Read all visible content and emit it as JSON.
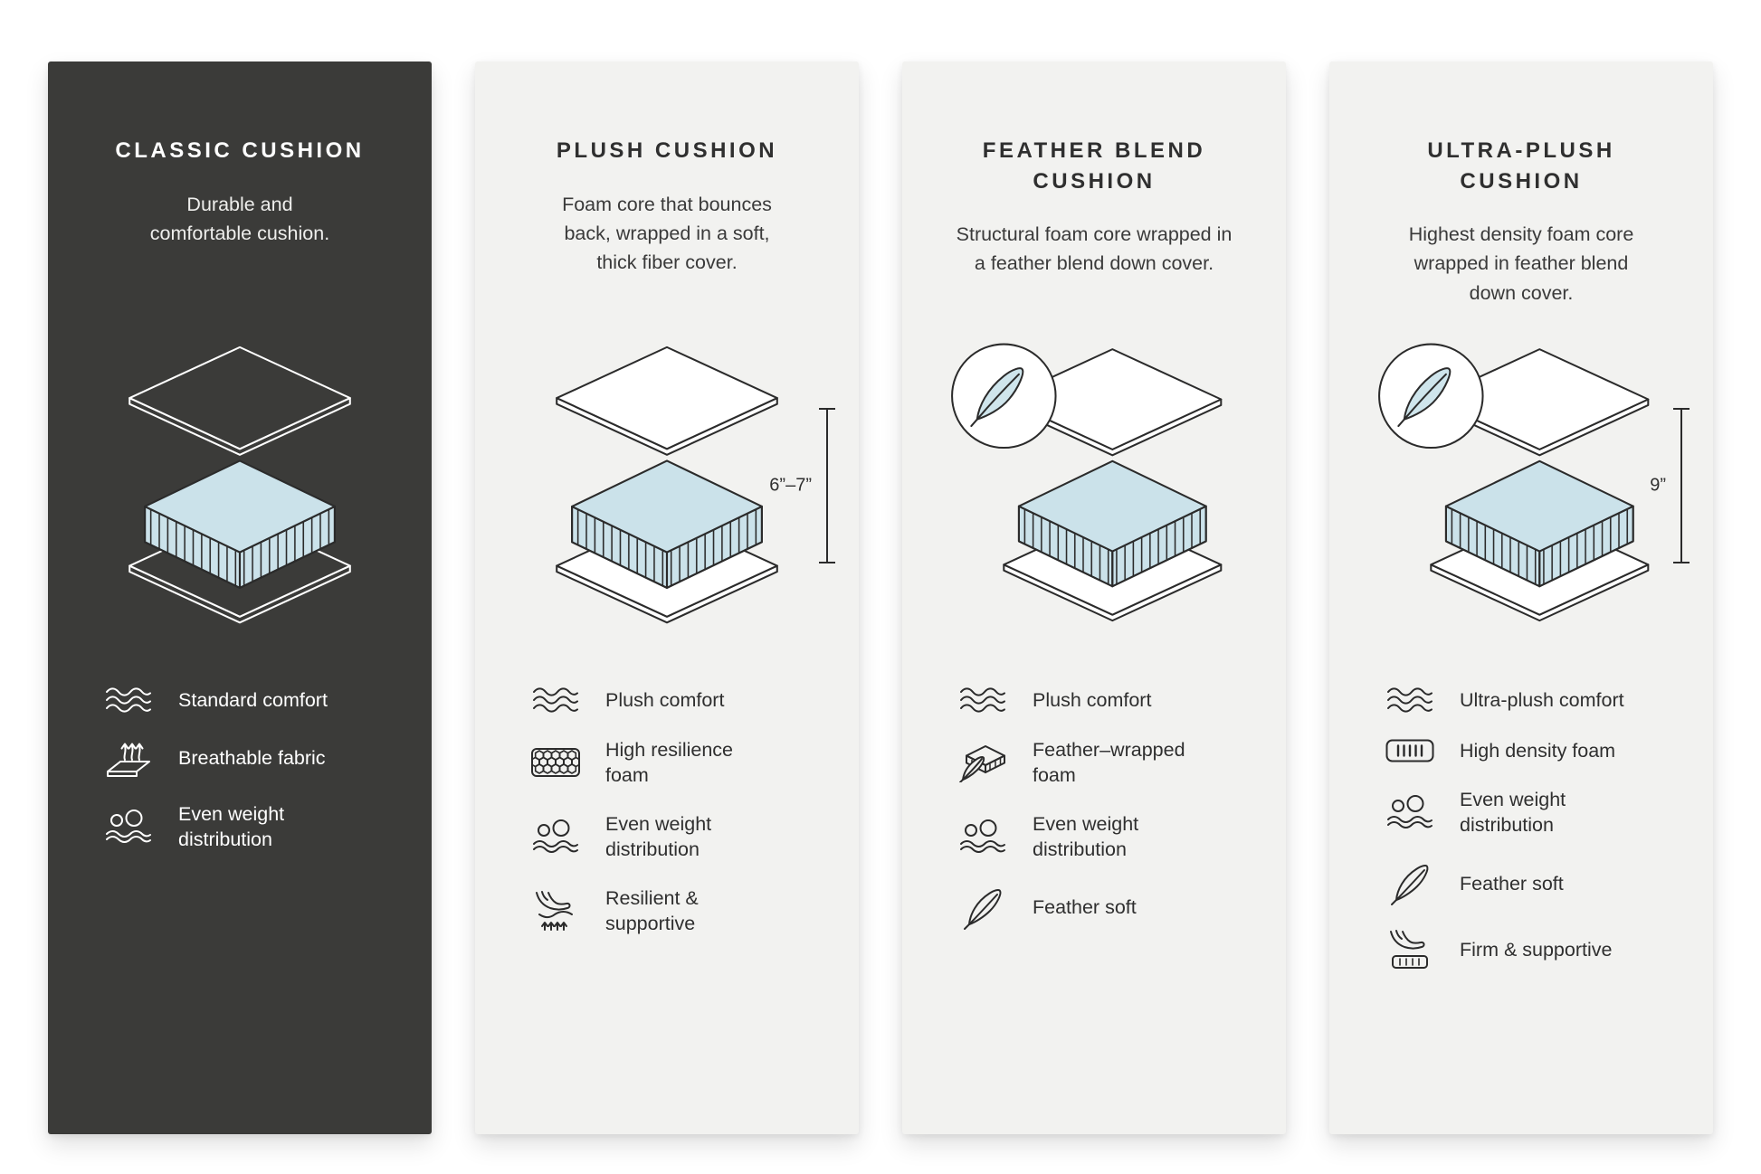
{
  "colors": {
    "dark_panel": "#3b3b39",
    "light_panel": "#f2f2f0",
    "foam_blue": "#cbe2ea",
    "outline": "#2b2b2b",
    "badge_feather_fill": "#cfe5ec"
  },
  "cards": [
    {
      "id": "classic",
      "theme": "dark",
      "title": "CLASSIC CUSHION",
      "description": "Durable and\ncomfortable cushion.",
      "features": [
        {
          "icon": "waves-icon",
          "label": "Standard comfort"
        },
        {
          "icon": "breathable-fabric-icon",
          "label": "Breathable fabric"
        },
        {
          "icon": "even-weight-icon",
          "label": "Even weight\ndistribution"
        }
      ]
    },
    {
      "id": "plush",
      "theme": "light",
      "title": "PLUSH CUSHION",
      "description": "Foam core that bounces\nback, wrapped in a soft,\nthick fiber cover.",
      "height_label": "6”–7”",
      "features": [
        {
          "icon": "waves-icon",
          "label": "Plush comfort"
        },
        {
          "icon": "honeycomb-foam-icon",
          "label": "High resilience\nfoam"
        },
        {
          "icon": "even-weight-icon",
          "label": "Even weight\ndistribution"
        },
        {
          "icon": "hand-press-icon",
          "label": "Resilient &\nsupportive"
        }
      ]
    },
    {
      "id": "feather-blend",
      "theme": "light",
      "title": "FEATHER BLEND\nCUSHION",
      "description": "Structural foam core wrapped in\na feather blend down cover.",
      "badge_icon": "feather-circle-icon",
      "features": [
        {
          "icon": "waves-icon",
          "label": "Plush comfort"
        },
        {
          "icon": "feather-wrapped-foam-icon",
          "label": "Feather–wrapped\nfoam"
        },
        {
          "icon": "even-weight-icon",
          "label": "Even weight\ndistribution"
        },
        {
          "icon": "feather-icon",
          "label": "Feather soft"
        }
      ]
    },
    {
      "id": "ultra-plush",
      "theme": "light",
      "title": "ULTRA-PLUSH\nCUSHION",
      "description": "Highest density foam core\nwrapped in feather blend\ndown cover.",
      "height_label": "9”",
      "badge_icon": "feather-circle-icon",
      "features": [
        {
          "icon": "waves-icon",
          "label": "Ultra-plush comfort"
        },
        {
          "icon": "density-foam-icon",
          "label": "High density foam"
        },
        {
          "icon": "even-weight-icon",
          "label": "Even weight\ndistribution"
        },
        {
          "icon": "feather-icon",
          "label": "Feather soft"
        },
        {
          "icon": "hand-firm-icon",
          "label": "Firm & supportive"
        }
      ]
    }
  ]
}
